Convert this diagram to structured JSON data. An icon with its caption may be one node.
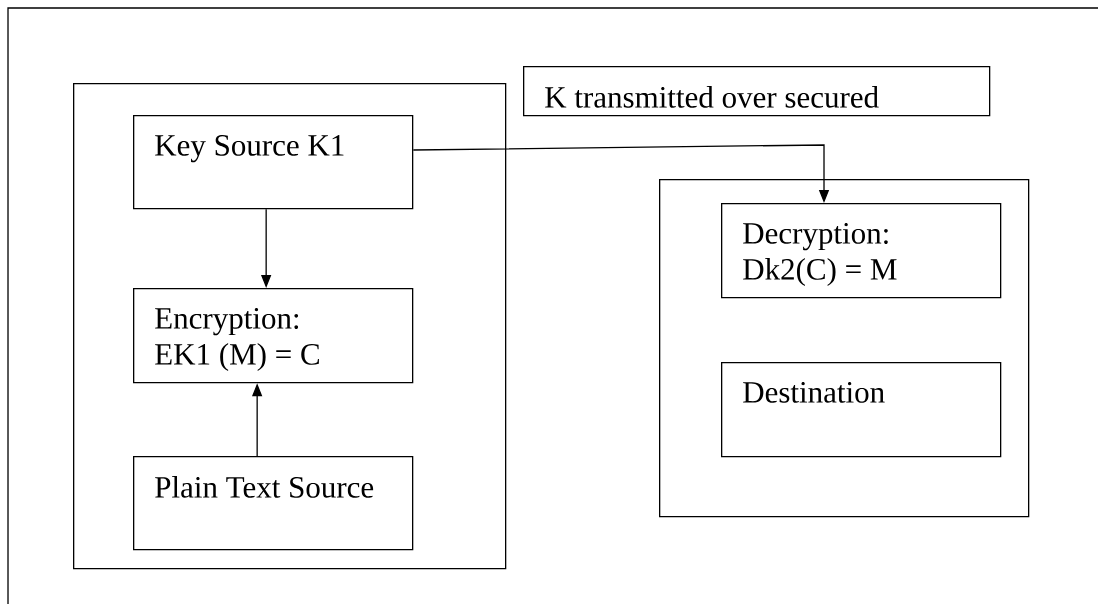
{
  "diagram": {
    "nodes": [
      {
        "text": [],
        "shape": "box"
      },
      {
        "text": [
          "Key Source K1"
        ],
        "in": 0
      },
      {
        "text": [
          "Encryption: EK1 (M) = C"
        ],
        "in": 0
      },
      {
        "text": [
          "Plain Text Source"
        ],
        "in": 0
      },
      {
        "text": [
          "K transmitted over secured"
        ]
      },
      {
        "text": [],
        "shape": "box"
      },
      {
        "text": [
          "Decryption: Dk2(C) = M"
        ],
        "in": 5
      },
      {
        "text": [
          "Destination"
        ],
        "in": 5
      }
    ],
    "edges": [
      {
        "from": 1,
        "to": 2,
        "arrow": "to"
      },
      {
        "from": 3,
        "to": 2,
        "arrow": "to"
      },
      {
        "from": 1,
        "to": 6,
        "arrow": "to"
      }
    ]
  }
}
